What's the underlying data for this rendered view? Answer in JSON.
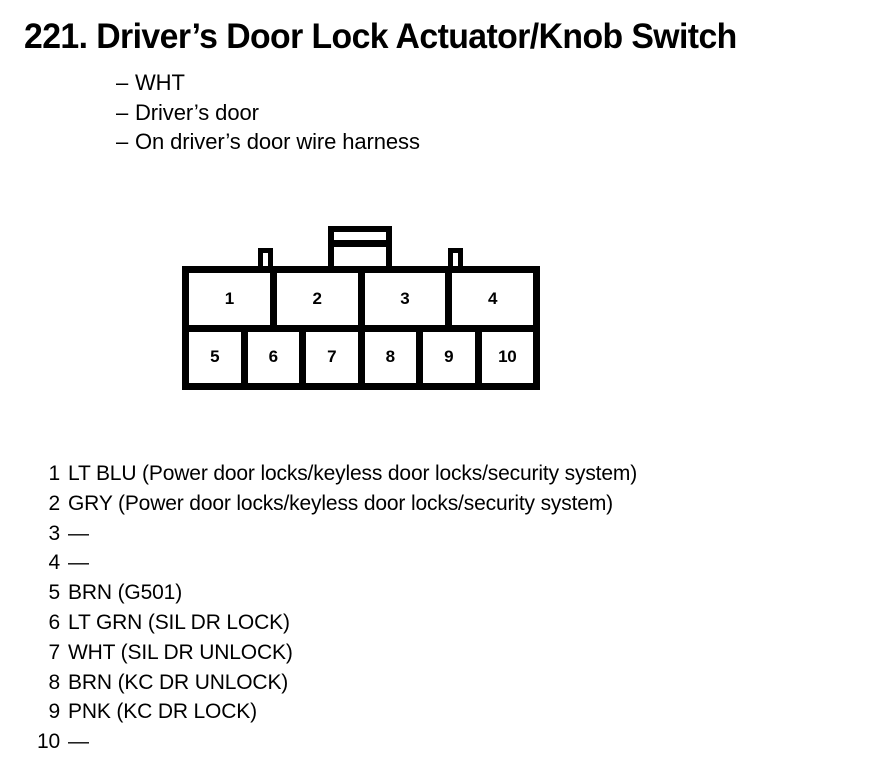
{
  "title": "221. Driver’s Door Lock Actuator/Knob Switch",
  "subtitle_items": [
    {
      "dash": "–",
      "text": "WHT"
    },
    {
      "dash": "–",
      "text": "Driver’s door"
    },
    {
      "dash": "–",
      "text": "On driver’s door wire harness"
    }
  ],
  "connector": {
    "top_row": [
      "1",
      "2",
      "3",
      "4"
    ],
    "bottom_row": [
      "5",
      "6",
      "7",
      "8",
      "9",
      "10"
    ]
  },
  "pin_list": [
    {
      "num": "1",
      "desc": "LT BLU (Power door locks/keyless door locks/security system)"
    },
    {
      "num": "2",
      "desc": "GRY (Power door locks/keyless door locks/security system)"
    },
    {
      "num": "3",
      "desc": "—"
    },
    {
      "num": "4",
      "desc": "—"
    },
    {
      "num": "5",
      "desc": "BRN (G501)"
    },
    {
      "num": "6",
      "desc": "LT GRN (SIL DR LOCK)"
    },
    {
      "num": "7",
      "desc": "WHT (SIL DR UNLOCK)"
    },
    {
      "num": "8",
      "desc": "BRN (KC DR UNLOCK)"
    },
    {
      "num": "9",
      "desc": "PNK (KC DR LOCK)"
    },
    {
      "num": "10",
      "desc": "—"
    }
  ]
}
